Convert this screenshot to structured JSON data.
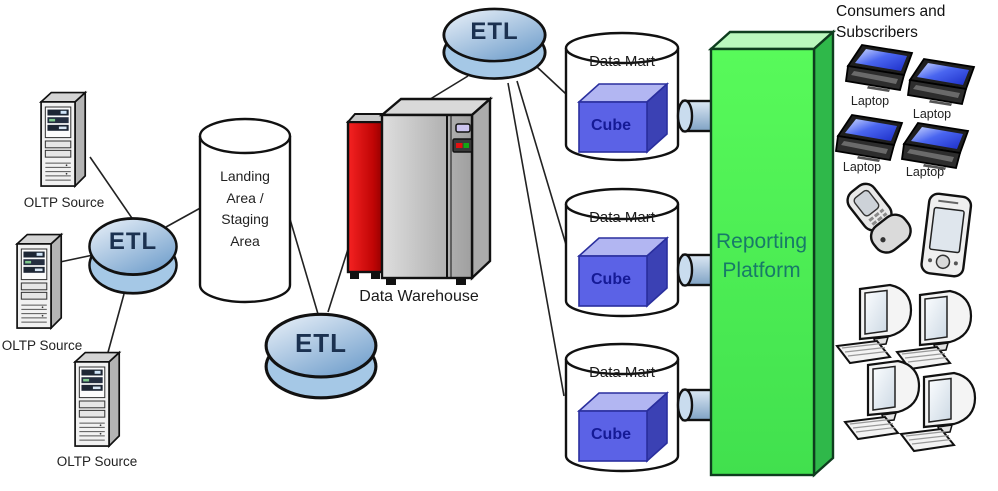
{
  "nodes": {
    "oltp_sources": [
      {
        "label": "OLTP Source"
      },
      {
        "label": "OLTP Source"
      },
      {
        "label": "OLTP Source"
      }
    ],
    "etl": [
      {
        "label": "ETL"
      },
      {
        "label": "ETL"
      },
      {
        "label": "ETL"
      }
    ],
    "staging_area": {
      "label": "Landing Area / Staging Area"
    },
    "data_warehouse": {
      "label": "Data Warehouse"
    },
    "data_marts": [
      {
        "label": "Data Mart",
        "cube_label": "Cube"
      },
      {
        "label": "Data Mart",
        "cube_label": "Cube"
      },
      {
        "label": "Data Mart",
        "cube_label": "Cube"
      }
    ],
    "reporting_platform": {
      "label": "Reporting Platform"
    },
    "consumers": {
      "title": "Consumers and Subscribers",
      "laptops": [
        "Laptop",
        "Laptop",
        "Laptop",
        "Laptop"
      ],
      "icons": [
        "laptop-icon",
        "laptop-icon",
        "laptop-icon",
        "laptop-icon",
        "flip-phone-icon",
        "pda-icon",
        "desktop-computer-icon",
        "desktop-computer-icon",
        "desktop-computer-icon",
        "desktop-computer-icon"
      ]
    }
  },
  "colors": {
    "etl_fill_light": "#edf3fa",
    "etl_fill_dark": "#74a1cd",
    "etl_rim": "#a5c8e6",
    "cube_front": "#5b62e6",
    "cube_top": "#b2b6f2",
    "cube_side": "#3b41b4",
    "cube_text": "#151a96",
    "platform_front": "#52f655",
    "platform_top": "#baf8bd",
    "platform_side": "#2fb84a",
    "platform_text": "#177a68",
    "warehouse_red": "#d80f0f",
    "laptop_screen": "#2238dd",
    "cylinder_fill": "#ffffff",
    "outline": "#111111"
  }
}
